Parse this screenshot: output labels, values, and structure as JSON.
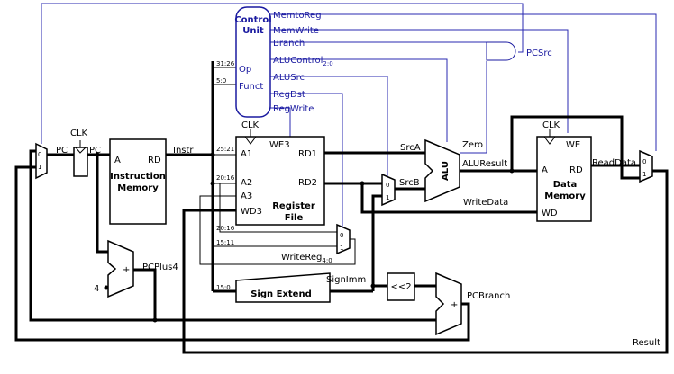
{
  "control": {
    "title_line1": "Control",
    "title_line2": "Unit",
    "op": "Op",
    "funct": "Funct",
    "signals": {
      "memtoreg": "MemtoReg",
      "memwrite": "MemWrite",
      "branch": "Branch",
      "alucontrol": "ALUControl",
      "alucontrol_sub": "2:0",
      "alusrc": "ALUSrc",
      "regdst": "RegDst",
      "regwrite": "RegWrite"
    },
    "pcsrc": "PCSrc"
  },
  "pc": {
    "label": "PC",
    "output_label": "PC",
    "clk": "CLK"
  },
  "imem": {
    "name_line1": "Instruction",
    "name_line2": "Memory",
    "port_a": "A",
    "port_rd": "RD"
  },
  "instr_label": "Instr",
  "fields": {
    "op": "31:26",
    "funct": "5:0",
    "rs": "25:21",
    "rt": "20:16",
    "rt2": "20:16",
    "rd": "15:11",
    "imm": "15:0"
  },
  "regfile": {
    "name_line1": "Register",
    "name_line2": "File",
    "clk": "CLK",
    "we3": "WE3",
    "a1": "A1",
    "a2": "A2",
    "a3": "A3",
    "wd3": "WD3",
    "rd1": "RD1",
    "rd2": "RD2"
  },
  "signext": {
    "name": "Sign Extend"
  },
  "shift": {
    "label": "<<2"
  },
  "alu": {
    "name": "ALU"
  },
  "dmem": {
    "name_line1": "Data",
    "name_line2": "Memory",
    "clk": "CLK",
    "we": "WE",
    "port_a": "A",
    "port_rd": "RD",
    "port_wd": "WD"
  },
  "signals": {
    "srca": "SrcA",
    "srcb": "SrcB",
    "zero": "Zero",
    "aluresult": "ALUResult",
    "writedata": "WriteData",
    "readdata": "ReadData",
    "writereg": "WriteReg",
    "writereg_sub": "4:0",
    "signimm": "SignImm",
    "pcplus4": "PCPlus4",
    "pcbranch": "PCBranch",
    "result": "Result",
    "four": "4"
  },
  "mux": {
    "zero": "0",
    "one": "1"
  },
  "adder": {
    "plus": "+"
  }
}
